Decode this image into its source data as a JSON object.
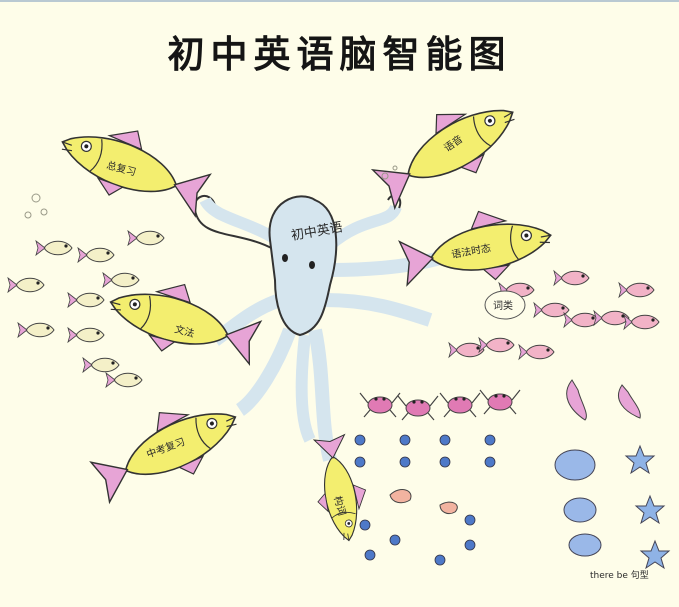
{
  "title": "初中英语脑智能图",
  "center": {
    "label": "初中英语"
  },
  "fish": {
    "review": "总复习",
    "speaking": "语音",
    "tense": "语法时态",
    "grammar": "文法",
    "midterm": "中考复习",
    "word_formation": "构词"
  },
  "clusters": {
    "vocab": "词类",
    "there_be": "there be 句型"
  },
  "colors": {
    "background": "#fefde9",
    "fish_yellow": "#f3ee6f",
    "octopus": "#d5e5ee",
    "fin_pink": "#e7a4d6",
    "bubble_blue": "#4e79c8",
    "seastar_blue": "#8fb3e6"
  }
}
